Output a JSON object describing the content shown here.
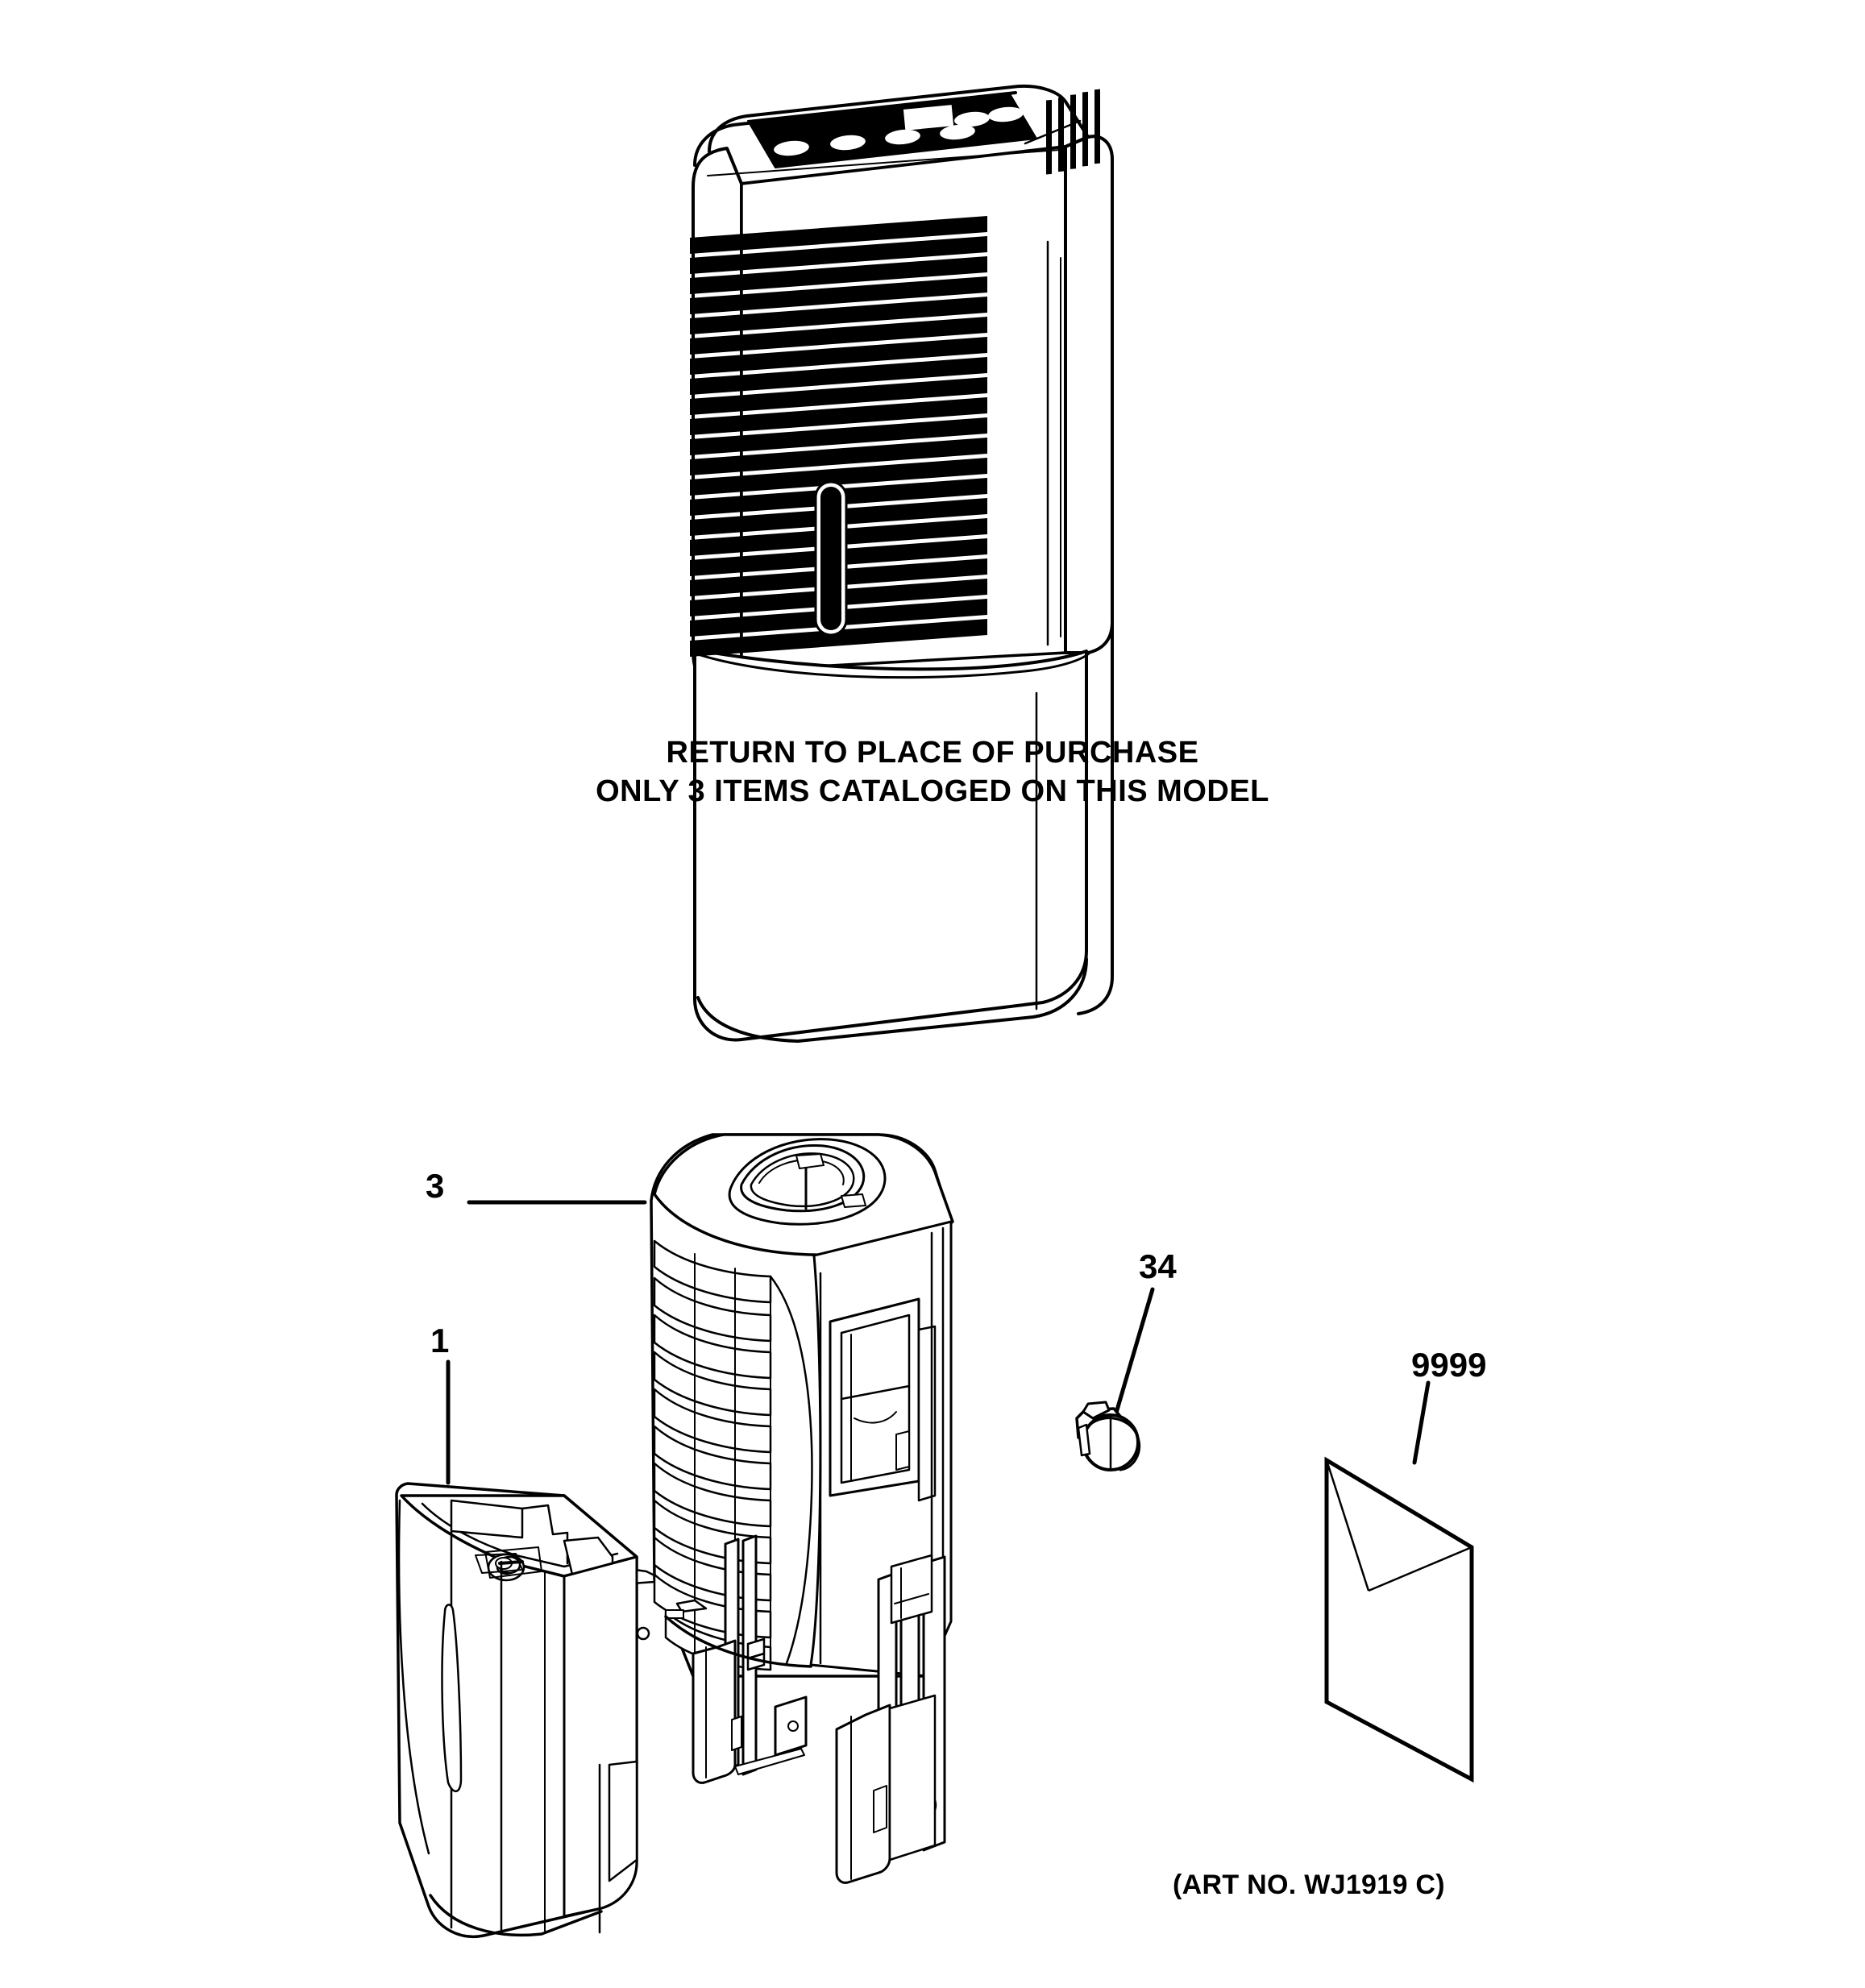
{
  "document": {
    "type": "appliance-parts-exploded-diagram",
    "subject": "dehumidifier",
    "background_color": "#ffffff",
    "line_color": "#000000"
  },
  "notice": {
    "line1": "RETURN TO PLACE OF PURCHASE",
    "line2": "ONLY 3 ITEMS CATALOGED ON THIS MODEL"
  },
  "art_number": {
    "label": "(ART NO. WJ1919 C)"
  },
  "callouts": [
    {
      "id": "3",
      "label": "3",
      "part": "cabinet-grille-assembly",
      "leader": "horizontal"
    },
    {
      "id": "1",
      "label": "1",
      "part": "water-bucket-tank",
      "leader": "vertical"
    },
    {
      "id": "34",
      "label": "34",
      "part": "caster-wheel",
      "leader": "diagonal"
    },
    {
      "id": "9999",
      "label": "9999",
      "part": "literature-manual",
      "leader": "diagonal"
    }
  ],
  "assembled_unit": {
    "name": "dehumidifier-assembled-view",
    "features": [
      "control-panel",
      "display-window",
      "front-louver-grille",
      "side-vent-slots",
      "bucket-handle-slot"
    ],
    "control_panel": {
      "button_count": 6,
      "has_display": true
    },
    "grille": {
      "louver_count": 22
    }
  },
  "exploded_parts": [
    {
      "name": "water-bucket-tank",
      "callout": "1",
      "features": [
        "handle-slot",
        "float-switch",
        "latch-post",
        "mounting-hole"
      ]
    },
    {
      "name": "cabinet-grille-assembly",
      "callout": "3",
      "features": [
        "curved-louver-grille",
        "top-handle-recess",
        "filter-access-panel",
        "side-rails",
        "leg-feet"
      ]
    },
    {
      "name": "caster-wheel",
      "callout": "34",
      "features": [
        "stem",
        "bracket",
        "wheel"
      ]
    },
    {
      "name": "literature-manual",
      "callout": "9999",
      "features": [
        "folded-flap",
        "page-sheet"
      ]
    }
  ]
}
